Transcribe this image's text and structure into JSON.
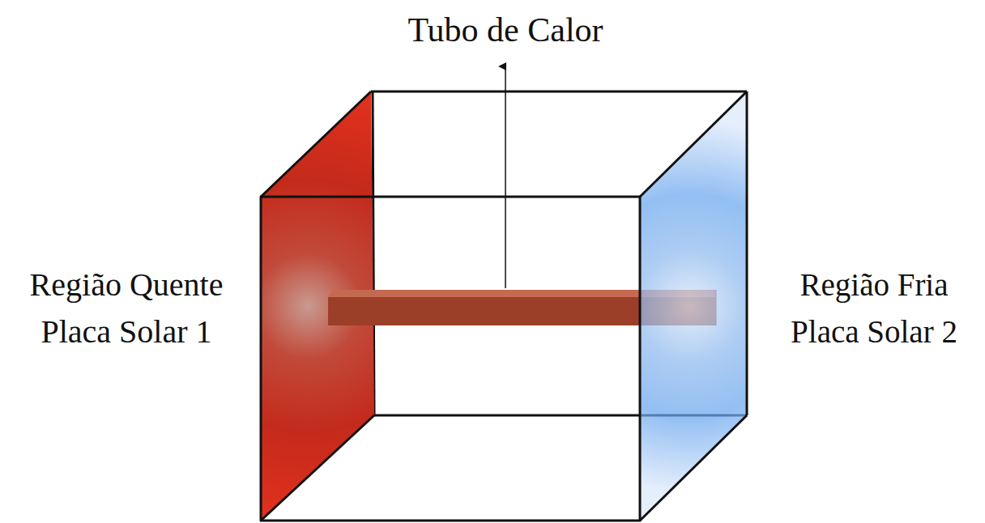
{
  "diagram": {
    "labels": [
      "Tubo de Calor",
      "Região Quente Placa Solar 1",
      "Região Fria Placa Solar 2"
    ]
  }
}
